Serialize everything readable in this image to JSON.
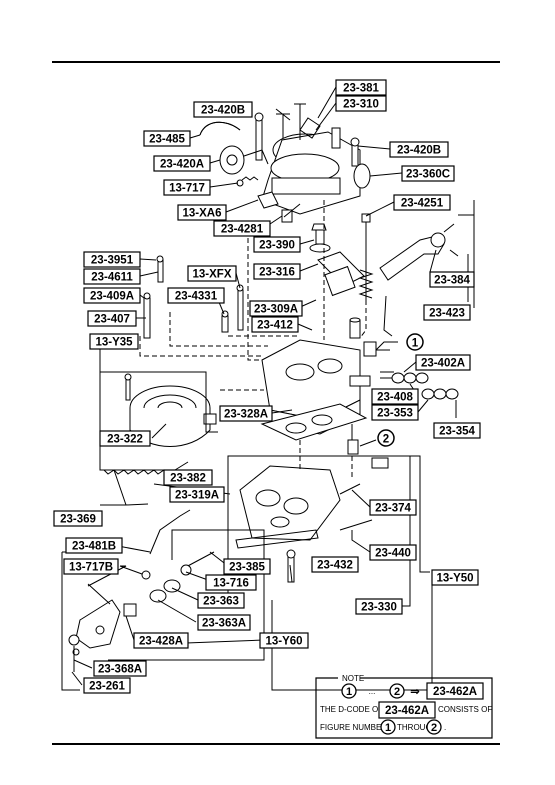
{
  "labels": [
    {
      "id": "23-381",
      "text": "23-381"
    },
    {
      "id": "23-310",
      "text": "23-310"
    },
    {
      "id": "23-420B-a",
      "text": "23-420B"
    },
    {
      "id": "23-485",
      "text": "23-485"
    },
    {
      "id": "23-420B-b",
      "text": "23-420B"
    },
    {
      "id": "23-420A",
      "text": "23-420A"
    },
    {
      "id": "23-360C",
      "text": "23-360C"
    },
    {
      "id": "13-717",
      "text": "13-717"
    },
    {
      "id": "23-4251",
      "text": "23-4251"
    },
    {
      "id": "13-XA6",
      "text": "13-XA6"
    },
    {
      "id": "23-4281",
      "text": "23-4281"
    },
    {
      "id": "23-390",
      "text": "23-390"
    },
    {
      "id": "23-3951",
      "text": "23-3951"
    },
    {
      "id": "13-XFX",
      "text": "13-XFX"
    },
    {
      "id": "23-316",
      "text": "23-316"
    },
    {
      "id": "23-384",
      "text": "23-384"
    },
    {
      "id": "23-4611",
      "text": "23-4611"
    },
    {
      "id": "23-409A",
      "text": "23-409A"
    },
    {
      "id": "23-4331",
      "text": "23-4331"
    },
    {
      "id": "23-309A",
      "text": "23-309A"
    },
    {
      "id": "23-423",
      "text": "23-423"
    },
    {
      "id": "23-407",
      "text": "23-407"
    },
    {
      "id": "23-412",
      "text": "23-412"
    },
    {
      "id": "13-Y35",
      "text": "13-Y35"
    },
    {
      "id": "23-402A",
      "text": "23-402A"
    },
    {
      "id": "23-408",
      "text": "23-408"
    },
    {
      "id": "23-353",
      "text": "23-353"
    },
    {
      "id": "23-328A",
      "text": "23-328A"
    },
    {
      "id": "23-354",
      "text": "23-354"
    },
    {
      "id": "23-322",
      "text": "23-322"
    },
    {
      "id": "23-382",
      "text": "23-382"
    },
    {
      "id": "23-319A",
      "text": "23-319A"
    },
    {
      "id": "23-374",
      "text": "23-374"
    },
    {
      "id": "23-369",
      "text": "23-369"
    },
    {
      "id": "23-481B",
      "text": "23-481B"
    },
    {
      "id": "23-440",
      "text": "23-440"
    },
    {
      "id": "13-717B",
      "text": "13-717B"
    },
    {
      "id": "23-385",
      "text": "23-385"
    },
    {
      "id": "23-432",
      "text": "23-432"
    },
    {
      "id": "13-716",
      "text": "13-716"
    },
    {
      "id": "23-363",
      "text": "23-363"
    },
    {
      "id": "13-Y50",
      "text": "13-Y50"
    },
    {
      "id": "23-330",
      "text": "23-330"
    },
    {
      "id": "23-363A",
      "text": "23-363A"
    },
    {
      "id": "23-428A",
      "text": "23-428A"
    },
    {
      "id": "13-Y60",
      "text": "13-Y60"
    },
    {
      "id": "23-368A",
      "text": "23-368A"
    },
    {
      "id": "23-261",
      "text": "23-261"
    }
  ],
  "callouts": [
    {
      "id": "c1",
      "text": "1"
    },
    {
      "id": "c2",
      "text": "2"
    }
  ],
  "note": {
    "title": "NOTE",
    "circle_1": "1",
    "dots": "...",
    "circle_2": "2",
    "arrow": "⇒",
    "code_a": "23-462A",
    "line2_pre": "THE D-CODE OF",
    "code_b": "23-462A",
    "line2_post": "CONSISTS OF",
    "line3_pre": "FIGURE NUMBERS",
    "line3_mid": "THROUGH",
    "line3_end": "."
  }
}
